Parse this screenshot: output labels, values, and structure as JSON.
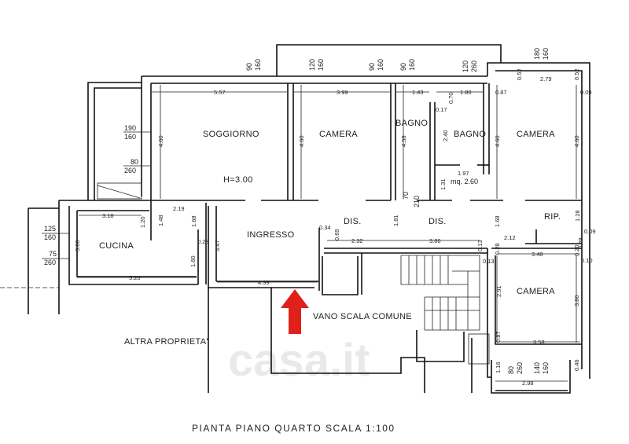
{
  "title": "PIANTA PIANO QUARTO SCALA 1:100",
  "watermark": "casa.it",
  "arrow_color": "#e0201b",
  "rooms": {
    "soggiorno": "SOGGIORNO",
    "camera1": "CAMERA",
    "bagno1": "BAGNO",
    "bagno2": "BAGNO",
    "camera2": "CAMERA",
    "cucina": "CUCINA",
    "ingresso": "INGRESSO",
    "dis1": "DIS.",
    "dis2": "DIS.",
    "rip": "RIP.",
    "camera3": "CAMERA",
    "vano_scala": "VANO SCALA COMUNE",
    "altra_proprieta": "ALTRA PROPRIETA'"
  },
  "height_label": "H=3.00",
  "area_label": "mq. 2.60",
  "windows": [
    {
      "w": "90",
      "h": "160"
    },
    {
      "w": "120",
      "h": "160"
    },
    {
      "w": "90",
      "h": "160"
    },
    {
      "w": "90",
      "h": "160"
    },
    {
      "w": "120",
      "h": "260"
    },
    {
      "w": "180",
      "h": "160"
    },
    {
      "w": "190",
      "h": "160"
    },
    {
      "w": "80",
      "h": "260"
    },
    {
      "w": "125",
      "h": "160"
    },
    {
      "w": "75",
      "h": "260"
    },
    {
      "w": "80",
      "h": "260"
    },
    {
      "w": "140",
      "h": "160"
    },
    {
      "w": "70",
      "h": "210"
    }
  ],
  "dims": [
    "5.57",
    "3.99",
    "1.43",
    "1.80",
    "0.87",
    "2.79",
    "0.52",
    "0.52",
    "0.09",
    "4.60",
    "4.60",
    "4.58",
    "2.40",
    "4.60",
    "4.60",
    "0.17",
    "0.70",
    "1.97",
    "1.31",
    "3.18",
    "2.19",
    "1.20",
    "1.48",
    "1.68",
    "0.23",
    "3.47",
    "3.00",
    "1.60",
    "5.20",
    "4.39",
    "0.34",
    "0.69",
    "2.32",
    "1.81",
    "3.86",
    "0.13",
    "1.68",
    "2.12",
    "1.28",
    "0.09",
    "0.48",
    "3.48",
    "0.13",
    "0.28",
    "0.20",
    "0.10",
    "2.91",
    "3.80",
    "0.87",
    "3.58",
    "1.16",
    "2.98",
    "0.46"
  ]
}
